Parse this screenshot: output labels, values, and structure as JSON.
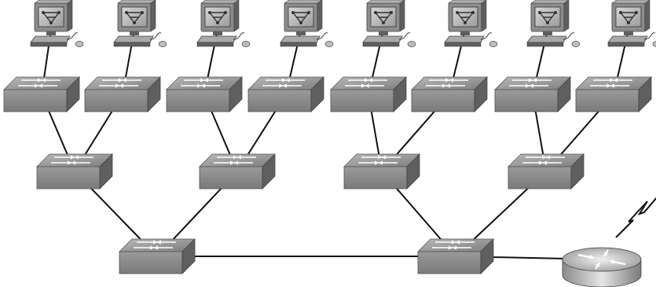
{
  "diagram": {
    "nodes": [
      {
        "id": "pc-1",
        "kind": "workstation",
        "icon": "workstation-icon"
      },
      {
        "id": "pc-2",
        "kind": "workstation",
        "icon": "workstation-icon"
      },
      {
        "id": "pc-3",
        "kind": "workstation",
        "icon": "workstation-icon"
      },
      {
        "id": "pc-4",
        "kind": "workstation",
        "icon": "workstation-icon"
      },
      {
        "id": "pc-5",
        "kind": "workstation",
        "icon": "workstation-icon"
      },
      {
        "id": "pc-6",
        "kind": "workstation",
        "icon": "workstation-icon"
      },
      {
        "id": "pc-7",
        "kind": "workstation",
        "icon": "workstation-icon"
      },
      {
        "id": "pc-8",
        "kind": "workstation",
        "icon": "workstation-icon"
      },
      {
        "id": "access-switch-1",
        "kind": "switch",
        "icon": "switch-icon"
      },
      {
        "id": "access-switch-2",
        "kind": "switch",
        "icon": "switch-icon"
      },
      {
        "id": "access-switch-3",
        "kind": "switch",
        "icon": "switch-icon"
      },
      {
        "id": "access-switch-4",
        "kind": "switch",
        "icon": "switch-icon"
      },
      {
        "id": "access-switch-5",
        "kind": "switch",
        "icon": "switch-icon"
      },
      {
        "id": "access-switch-6",
        "kind": "switch",
        "icon": "switch-icon"
      },
      {
        "id": "access-switch-7",
        "kind": "switch",
        "icon": "switch-icon"
      },
      {
        "id": "access-switch-8",
        "kind": "switch",
        "icon": "switch-icon"
      },
      {
        "id": "distribution-switch-1",
        "kind": "switch",
        "icon": "switch-icon"
      },
      {
        "id": "distribution-switch-2",
        "kind": "switch",
        "icon": "switch-icon"
      },
      {
        "id": "distribution-switch-3",
        "kind": "switch",
        "icon": "switch-icon"
      },
      {
        "id": "distribution-switch-4",
        "kind": "switch",
        "icon": "switch-icon"
      },
      {
        "id": "core-switch-1",
        "kind": "switch",
        "icon": "switch-icon"
      },
      {
        "id": "core-switch-2",
        "kind": "switch",
        "icon": "switch-icon"
      },
      {
        "id": "router",
        "kind": "router",
        "icon": "router-icon"
      }
    ],
    "links": [
      {
        "from": "pc-1",
        "to": "access-switch-1"
      },
      {
        "from": "pc-2",
        "to": "access-switch-2"
      },
      {
        "from": "pc-3",
        "to": "access-switch-3"
      },
      {
        "from": "pc-4",
        "to": "access-switch-4"
      },
      {
        "from": "pc-5",
        "to": "access-switch-5"
      },
      {
        "from": "pc-6",
        "to": "access-switch-6"
      },
      {
        "from": "pc-7",
        "to": "access-switch-7"
      },
      {
        "from": "pc-8",
        "to": "access-switch-8"
      },
      {
        "from": "access-switch-1",
        "to": "distribution-switch-1"
      },
      {
        "from": "access-switch-2",
        "to": "distribution-switch-1"
      },
      {
        "from": "access-switch-3",
        "to": "distribution-switch-2"
      },
      {
        "from": "access-switch-4",
        "to": "distribution-switch-2"
      },
      {
        "from": "access-switch-5",
        "to": "distribution-switch-3"
      },
      {
        "from": "access-switch-6",
        "to": "distribution-switch-3"
      },
      {
        "from": "access-switch-7",
        "to": "distribution-switch-4"
      },
      {
        "from": "access-switch-8",
        "to": "distribution-switch-4"
      },
      {
        "from": "distribution-switch-1",
        "to": "core-switch-1"
      },
      {
        "from": "distribution-switch-2",
        "to": "core-switch-1"
      },
      {
        "from": "distribution-switch-3",
        "to": "core-switch-2"
      },
      {
        "from": "distribution-switch-4",
        "to": "core-switch-2"
      },
      {
        "from": "core-switch-1",
        "to": "core-switch-2"
      },
      {
        "from": "core-switch-2",
        "to": "router"
      },
      {
        "from": "router",
        "to": "wan",
        "style": "serial-lightning"
      }
    ],
    "colors": {
      "device_gray": "#8c8c8c",
      "device_dark": "#5f5f5f",
      "device_light": "#d4d4d4",
      "link": "#111111",
      "background": "#ffffff"
    }
  }
}
